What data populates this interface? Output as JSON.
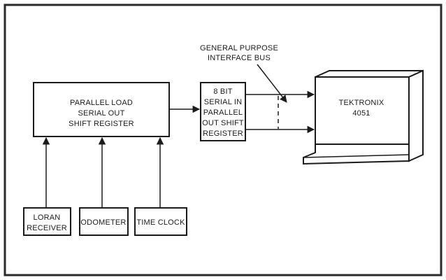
{
  "diagram": {
    "bus_label": [
      "GENERAL PURPOSE",
      "INTERFACE BUS"
    ],
    "shift_register": [
      "PARALLEL LOAD",
      "SERIAL OUT",
      "SHIFT REGISTER"
    ],
    "converter": [
      "8 BIT",
      "SERIAL IN",
      "PARALLEL",
      "OUT SHIFT",
      "REGISTER"
    ],
    "terminal": [
      "TEKTRONIX",
      "4051"
    ],
    "inputs": [
      [
        "LORAN",
        "RECEIVER"
      ],
      [
        "ODOMETER"
      ],
      [
        "TIME CLOCK"
      ]
    ]
  },
  "colors": {
    "ink": "#1b1b1b",
    "paper": "#ffffff"
  }
}
